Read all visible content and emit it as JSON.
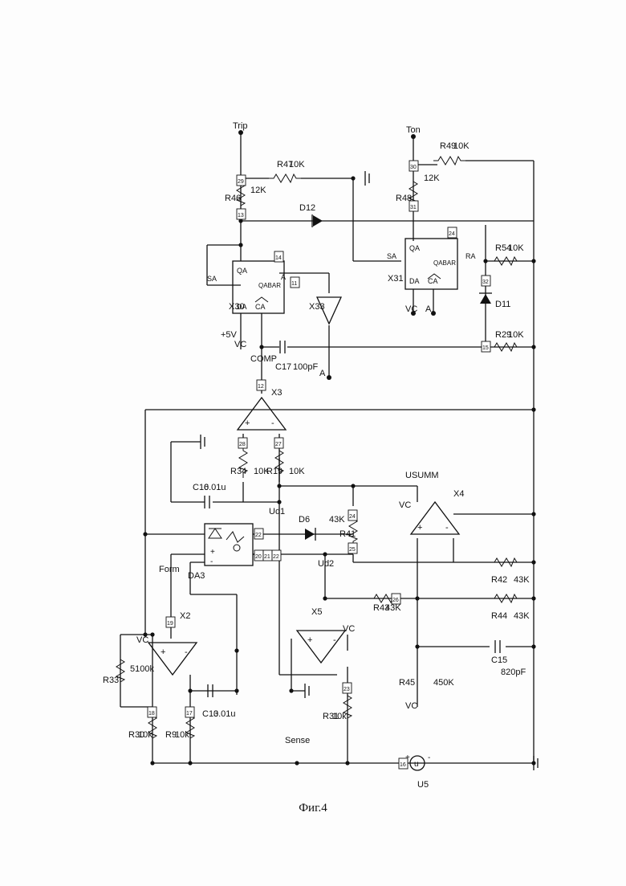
{
  "figure": {
    "caption": "Фиг.4"
  },
  "nets": {
    "trip": "Trip",
    "ton": "Ton",
    "sense": "Sense",
    "form": "Form",
    "comp": "COMP",
    "usumm": "USUMM",
    "ud1": "Ud1",
    "ud2": "Ud2",
    "p5v": "+5V"
  },
  "vc": "VC",
  "components": {
    "U5": "U5",
    "X2": "X2",
    "X3": "X3",
    "X4": "X4",
    "X5": "X5",
    "X30": "X30",
    "X31": "X31",
    "X33": "X33",
    "DA3": "DA3",
    "D6": "D6",
    "D11": "D11",
    "D12": "D12",
    "C13": "C13",
    "C13v": "0.01u",
    "C15": "C15",
    "C15v": "820pF",
    "C16": "C16",
    "C16v": "0.01u",
    "C17": "C17",
    "C17v": "100pF",
    "R9": "R9",
    "R9v": "10k",
    "R19": "R19",
    "R19v": "10K",
    "R29": "R29",
    "R29v": "10K",
    "R30": "R30",
    "R30v": "10k",
    "R31": "R31",
    "R31v": "10k",
    "R33": "R33",
    "R33v": "5100k",
    "R34": "R34",
    "R34v": "10K",
    "R41": "R41",
    "R41v": "43K",
    "R42": "R42",
    "R42v": "43K",
    "R43": "R43",
    "R43v": "43K",
    "R44": "R44",
    "R44v": "43K",
    "R45": "R45",
    "R45v": "450K",
    "R46": "R46",
    "R46v": "12K",
    "R47": "R47",
    "R47v": "10K",
    "R48": "R48",
    "R48v": "12K",
    "R49": "R49",
    "R49v": "10K",
    "R54": "R54",
    "R54v": "10K"
  },
  "pins": {
    "sa": "SA",
    "qa": "QA",
    "da": "DA",
    "ca": "CA",
    "qabar": "QABAR",
    "ra": "RA",
    "ra_short": "A"
  },
  "node_tags": {
    "n11": "11",
    "n12": "12",
    "n13": "13",
    "n14": "14",
    "n15": "15",
    "n16": "16",
    "n17": "17",
    "n18": "18",
    "n19": "19",
    "n20": "20",
    "n21": "21",
    "n22": "22",
    "n23": "23",
    "n24": "24",
    "n25": "25",
    "n26": "26",
    "n27": "27",
    "n28": "28",
    "n29": "29",
    "n30": "30",
    "n31": "31",
    "n32": "32"
  },
  "signs": {
    "plus": "+",
    "minus": "-",
    "source": "u"
  }
}
